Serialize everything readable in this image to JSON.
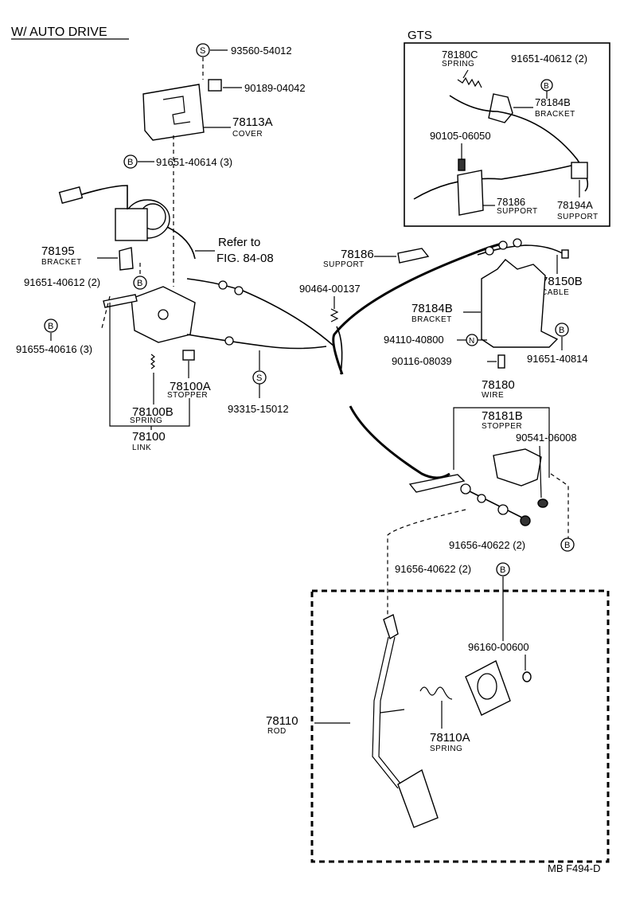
{
  "header": {
    "title": "W/ AUTO DRIVE",
    "gts": "GTS"
  },
  "gts_box": {
    "p78180C": "78180C",
    "p78180C_name": "SPRING",
    "p91651_40612": "91651-40612 (2)",
    "p78184B": "78184B",
    "p78184B_name": "BRACKET",
    "p90105": "90105-06050",
    "p78186": "78186",
    "p78186_name": "SUPPORT",
    "p78194A": "78194A",
    "p78194A_name": "SUPPORT"
  },
  "parts": {
    "p93560": "93560-54012",
    "p90189": "90189-04042",
    "p78113A": "78113A",
    "p78113A_name": "COVER",
    "p91651_40614": "91651-40614 (3)",
    "refer_line1": "Refer to",
    "refer_line2": "FIG. 84-08",
    "p78195": "78195",
    "p78195_name": "BRACKET",
    "p91651_40612b": "91651-40612 (2)",
    "p91655": "91655-40616 (3)",
    "p78100A": "78100A",
    "p78100A_name": "STOPPER",
    "p78100B": "78100B",
    "p78100B_name": "SPRING",
    "p78100": "78100",
    "p78100_name": "LINK",
    "p93315": "93315-15012",
    "p78186": "78186",
    "p78186_name": "SUPPORT",
    "p90464": "90464-00137",
    "p78150B": "78150B",
    "p78150B_name": "CABLE",
    "p78184B": "78184B",
    "p78184B_name": "BRACKET",
    "p94110": "94110-40800",
    "p91651_40814": "91651-40814",
    "p90116": "90116-08039",
    "p78180": "78180",
    "p78180_name": "WIRE",
    "p78181B": "78181B",
    "p78181B_name": "STOPPER",
    "p90541": "90541-06008",
    "p91656a": "91656-40622 (2)",
    "p91656b": "91656-40622 (2)",
    "p96160": "96160-00600",
    "p78110": "78110",
    "p78110_name": "ROD",
    "p78110A": "78110A",
    "p78110A_name": "SPRING"
  },
  "symbols": {
    "S": "S",
    "B": "B",
    "N": "N"
  },
  "footer": {
    "code": "MB  F494-D"
  }
}
